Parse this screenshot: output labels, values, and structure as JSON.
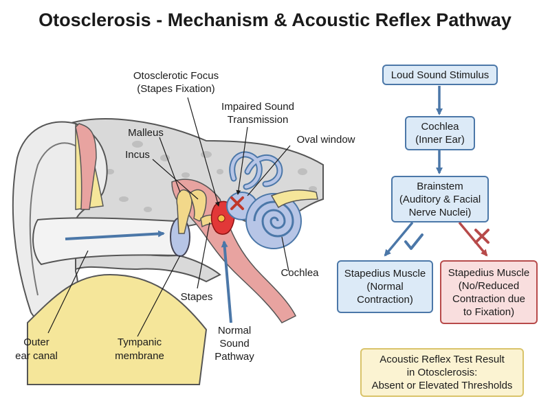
{
  "title": "Otosclerosis - Mechanism & Acoustic Reflex Pathway",
  "anatomy_labels": {
    "otosclerotic_focus": [
      "Otosclerotic Focus",
      "(Stapes Fixation)"
    ],
    "impaired_sound": [
      "Impaired Sound",
      "Transmission"
    ],
    "malleus": [
      "Malleus"
    ],
    "incus": [
      "Incus"
    ],
    "oval_window": [
      "Oval window"
    ],
    "cochlea": [
      "Cochlea"
    ],
    "stapes": [
      "Stapes"
    ],
    "outer_ear_canal": [
      "Outer",
      "ear canal"
    ],
    "tympanic_membrane": [
      "Tympanic",
      "membrane"
    ],
    "normal_sound_pathway": [
      "Normal",
      "Sound",
      "Pathway"
    ]
  },
  "flow": {
    "stimulus": [
      "Loud Sound Stimulus"
    ],
    "cochlea": [
      "Cochlea",
      "(Inner Ear)"
    ],
    "brainstem": [
      "Brainstem",
      "(Auditory & Facial",
      "Nerve Nuclei)"
    ],
    "stapedius_normal": [
      "Stapedius Muscle",
      "(Normal",
      "Contraction)"
    ],
    "stapedius_fixed": [
      "Stapedius Muscle",
      "(No/Reduced",
      "Contraction due",
      "to Fixation)"
    ],
    "result": [
      "Acoustic Reflex Test Result",
      "in Otosclerosis:",
      "Absent or Elevated Thresholds"
    ]
  },
  "colors": {
    "blue_arrow": "#4b77a8",
    "red_arrow": "#b74a4a",
    "check_mark": "#4b77a8",
    "cross_mark": "#b74a4a"
  }
}
